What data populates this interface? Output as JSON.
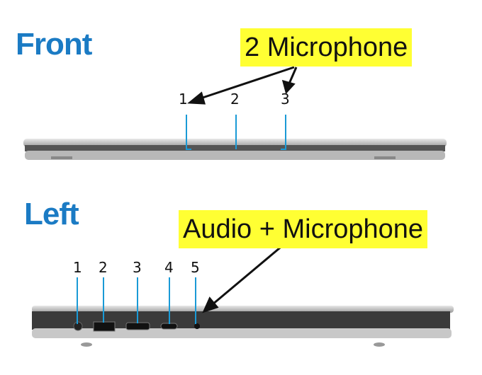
{
  "front": {
    "heading": "Front",
    "callout": "2 Microphone",
    "labels": [
      "1",
      "2",
      "3"
    ]
  },
  "left": {
    "heading": "Left",
    "callout": "Audio + Microphone",
    "labels": [
      "1",
      "2",
      "3",
      "4",
      "5"
    ]
  },
  "colors": {
    "heading": "#1b7bc4",
    "highlight": "#ffff33",
    "leader": "#1a9ad6"
  }
}
